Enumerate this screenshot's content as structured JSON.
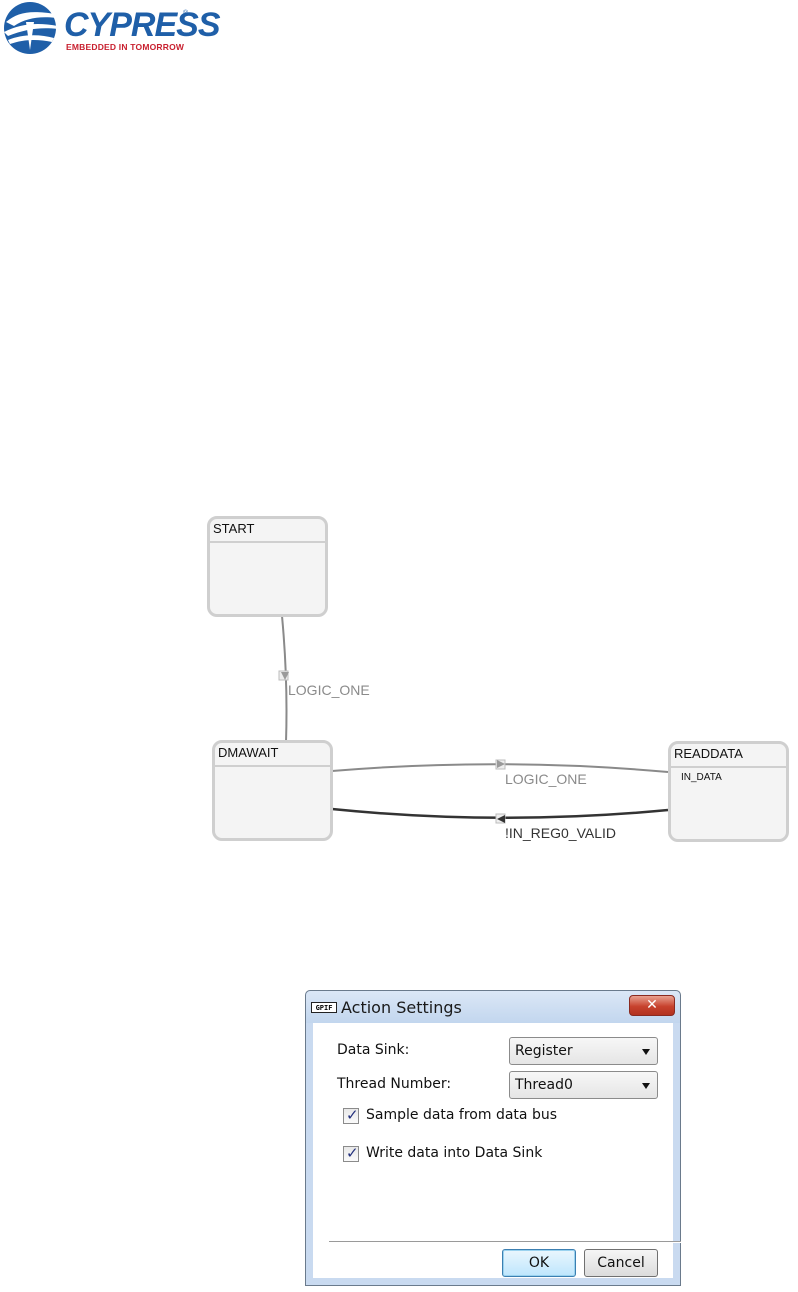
{
  "logo": {
    "brand": "CYPRESS",
    "tagline": "EMBEDDED IN TOMORROW",
    "registered_mark": "®",
    "colors": {
      "brand_blue": "#1f5fa8",
      "tagline_red": "#c8202f"
    }
  },
  "diagram": {
    "states": [
      {
        "name": "START",
        "action": ""
      },
      {
        "name": "DMAWAIT",
        "action": ""
      },
      {
        "name": "READDATA",
        "action": "IN_DATA"
      }
    ],
    "transitions": [
      {
        "from": "START",
        "to": "DMAWAIT",
        "label": "LOGIC_ONE"
      },
      {
        "from": "DMAWAIT",
        "to": "READDATA",
        "label": "LOGIC_ONE"
      },
      {
        "from": "READDATA",
        "to": "DMAWAIT",
        "label": "!IN_REG0_VALID"
      }
    ]
  },
  "dialog": {
    "icon_label": "GPIF",
    "title": "Action Settings",
    "close_symbol": "✕",
    "fields": [
      {
        "label": "Data Sink:",
        "value": "Register"
      },
      {
        "label": "Thread Number:",
        "value": "Thread0"
      }
    ],
    "checkboxes": [
      {
        "label": "Sample data from data bus",
        "checked": true
      },
      {
        "label": "Write data into Data Sink",
        "checked": true
      }
    ],
    "check_symbol": "✓",
    "buttons": {
      "ok": "OK",
      "cancel": "Cancel"
    }
  }
}
